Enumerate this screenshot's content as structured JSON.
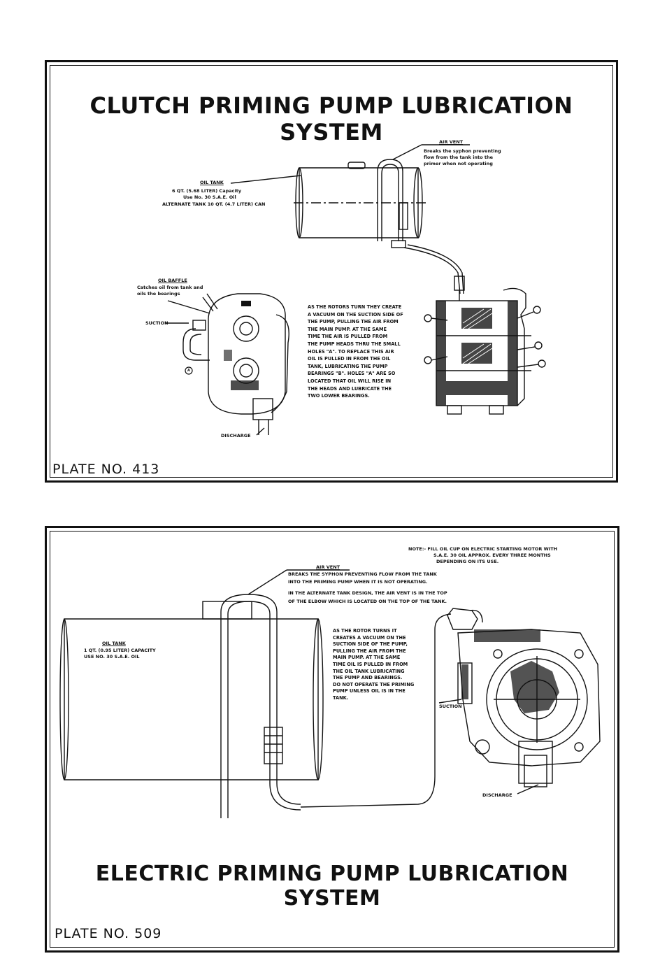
{
  "plate1": {
    "title": "CLUTCH PRIMING PUMP LUBRICATION SYSTEM",
    "plate_no": "PLATE NO. 413",
    "air_vent": {
      "label": "AIR VENT",
      "lines": [
        "Breaks the syphon preventing",
        "flow from the tank into the",
        "primer when not operating"
      ]
    },
    "oil_tank": {
      "label": "OIL TANK",
      "lines": [
        "6 QT. (5.68 LITER) Capacity",
        "Use No. 30 S.A.E. Oil",
        "ALTERNATE TANK 10 QT. (4.7 LITER) CAN"
      ]
    },
    "oil_baffle": {
      "label": "OIL BAFFLE",
      "lines": [
        "Catches oil from tank and",
        "oils the bearings"
      ]
    },
    "suction": "SUCTION",
    "discharge": "DISCHARGE",
    "marker_a": "A",
    "description": [
      "AS THE ROTORS TURN THEY CREATE",
      "A VACUUM ON THE SUCTION SIDE OF",
      "THE PUMP, PULLING THE AIR FROM",
      "THE MAIN PUMP. AT THE SAME",
      "TIME THE AIR IS PULLED FROM",
      "THE PUMP HEADS THRU THE SMALL",
      "HOLES \"A\". TO REPLACE THIS AIR",
      "OIL IS PULLED IN FROM THE OIL",
      "TANK, LUBRICATING THE PUMP",
      "BEARINGS \"B\". HOLES \"A\" ARE SO",
      "LOCATED THAT OIL WILL RISE IN",
      "THE HEADS AND LUBRICATE THE",
      "TWO LOWER BEARINGS."
    ]
  },
  "plate2": {
    "title": "ELECTRIC PRIMING PUMP LUBRICATION SYSTEM",
    "plate_no": "PLATE NO. 509",
    "note_lines": [
      "NOTE:- FILL OIL CUP ON ELECTRIC STARTING MOTOR WITH",
      "S.A.E. 30 OIL APPROX. EVERY THREE MONTHS",
      "DEPENDING ON ITS USE."
    ],
    "air_vent": {
      "label": "AIR VENT",
      "lines": [
        "BREAKS THE SYPHON PREVENTING FLOW FROM THE TANK",
        "INTO THE PRIMING PUMP WHEN IT IS NOT OPERATING.",
        "IN THE ALTERNATE TANK DESIGN, THE AIR VENT IS IN THE TOP",
        "OF THE ELBOW WHICH IS LOCATED ON THE TOP OF THE TANK."
      ]
    },
    "oil_tank": {
      "label": "OIL TANK",
      "lines": [
        "1 QT. (0.95 LITER) CAPACITY",
        "USE NO. 30 S.A.E. OIL"
      ]
    },
    "description": [
      "AS THE ROTOR TURNS IT",
      "CREATES A VACUUM ON THE",
      "SUCTION SIDE OF THE PUMP,",
      "PULLING THE AIR FROM THE",
      "MAIN PUMP. AT THE SAME",
      "TIME OIL IS PULLED IN FROM",
      "THE OIL TANK LUBRICATING",
      "THE PUMP AND BEARINGS.",
      "DO NOT OPERATE THE PRIMING",
      "PUMP UNLESS OIL IS IN THE",
      "TANK."
    ],
    "suction": "SUCTION",
    "discharge": "DISCHARGE"
  }
}
